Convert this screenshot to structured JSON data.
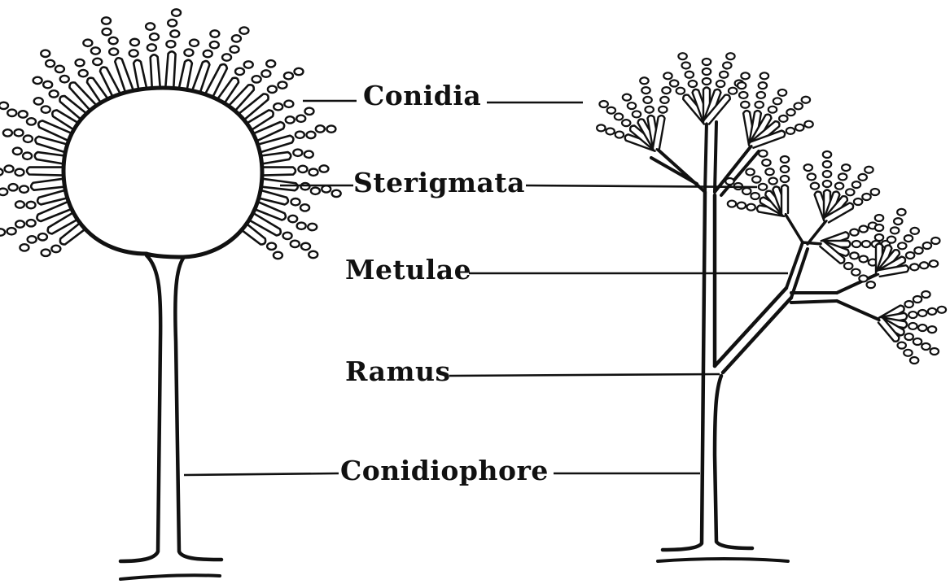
{
  "labels": {
    "conidia": "Conidia",
    "sterigmata": "Sterigmata",
    "metulae": "Metulae",
    "ramus": "Ramus",
    "conidiophore": "Conidiophore"
  },
  "colors": {
    "ink": "#111111",
    "paper": "#ffffff"
  }
}
